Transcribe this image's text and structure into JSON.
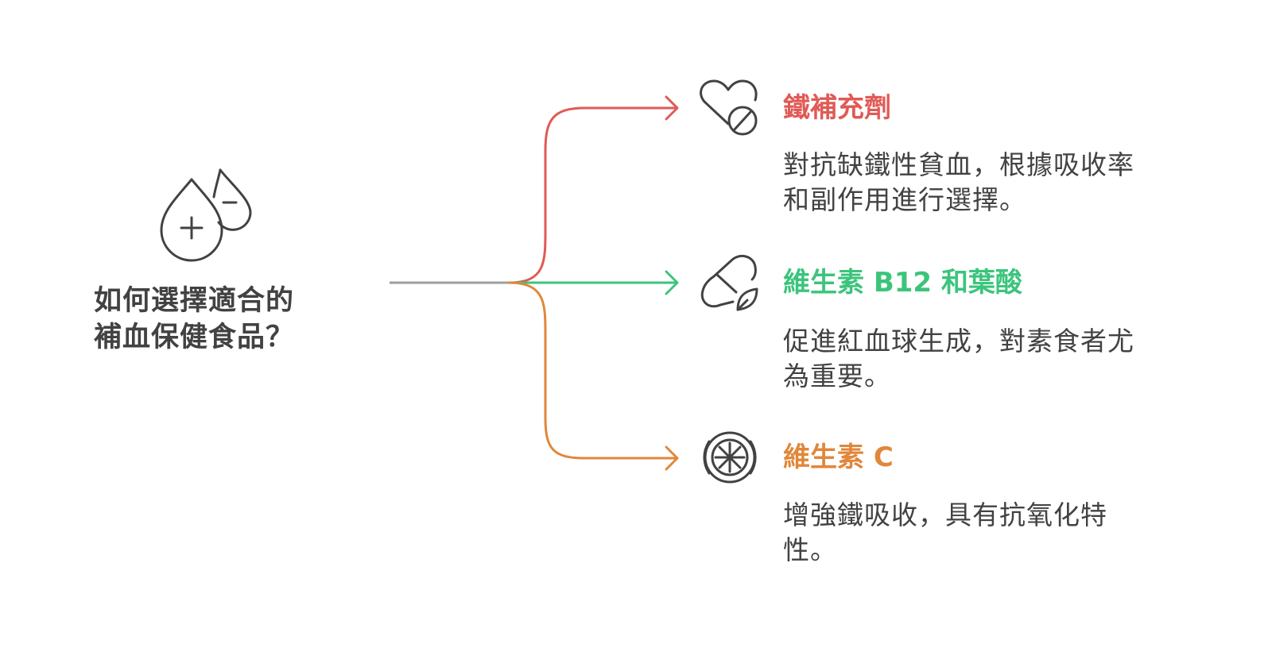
{
  "root": {
    "title_line1": "如何選擇適合的",
    "title_line2": "補血保健食品？",
    "icon": "blood-drops-plus-minus-icon"
  },
  "connector_color": "#9e9e9e",
  "branches": [
    {
      "title": "鐵補充劑",
      "desc_line1": "對抗缺鐵性貧血，根據吸收率",
      "desc_line2": "和副作用進行選擇。",
      "color": "#e05a56",
      "icon": "heart-no-icon"
    },
    {
      "title": "維生素 B12 和葉酸",
      "desc_line1": "促進紅血球生成，對素食者尤",
      "desc_line2": "為重要。",
      "color": "#3cc47c",
      "icon": "capsule-leaf-icon"
    },
    {
      "title": "維生素 C",
      "desc_line1": "增強鐵吸收，具有抗氧化特",
      "desc_line2": "性。",
      "color": "#e0873a",
      "icon": "citrus-slice-icon"
    }
  ]
}
